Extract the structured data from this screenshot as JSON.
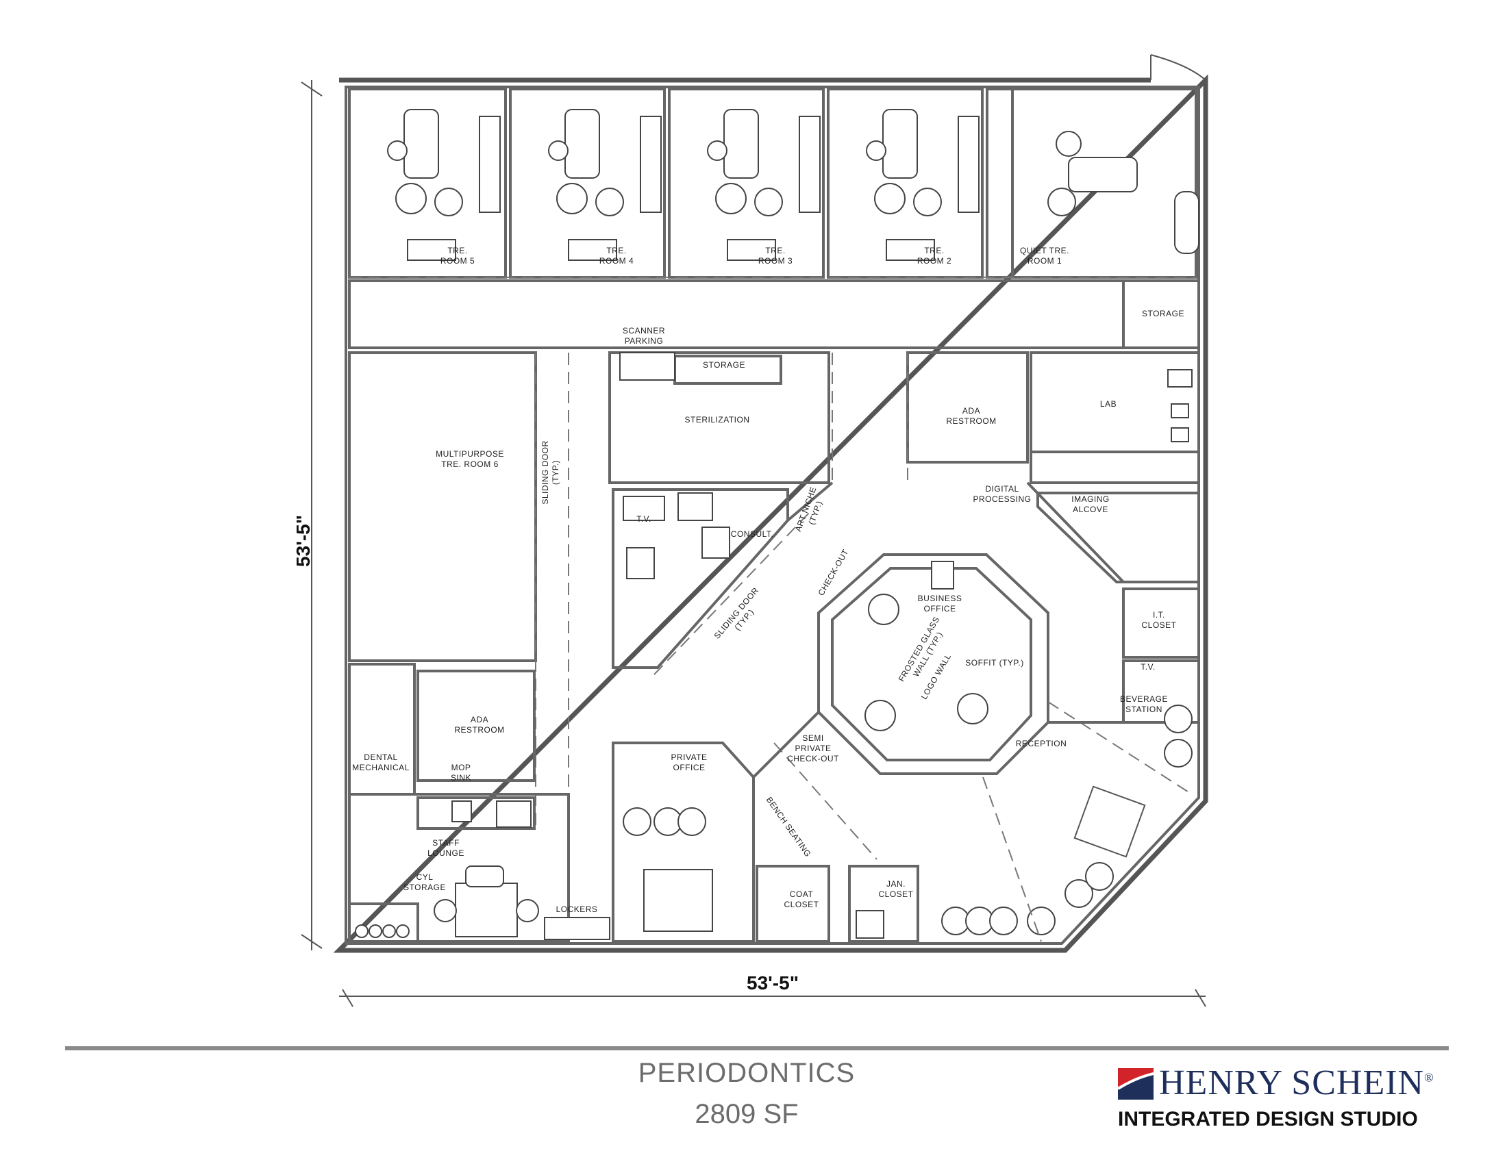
{
  "drawing": {
    "title": "PERIODONTICS",
    "area": "2809 SF",
    "dim_vertical": "53'-5\"",
    "dim_horizontal": "53'-5\""
  },
  "brand": {
    "name": "HENRY SCHEIN",
    "registered": "®",
    "studio": "INTEGRATED DESIGN STUDIO",
    "colors": {
      "red": "#d2232a",
      "navy": "#1f2f5c"
    }
  },
  "rooms": [
    {
      "id": "tre5",
      "lines": [
        "TRE.",
        "ROOM 5"
      ]
    },
    {
      "id": "tre4",
      "lines": [
        "TRE.",
        "ROOM 4"
      ]
    },
    {
      "id": "tre3",
      "lines": [
        "TRE.",
        "ROOM 3"
      ]
    },
    {
      "id": "tre2",
      "lines": [
        "TRE.",
        "ROOM 2"
      ]
    },
    {
      "id": "quiet",
      "lines": [
        "QUIET TRE.",
        "ROOM 1"
      ]
    },
    {
      "id": "storage-ne",
      "lines": [
        "STORAGE"
      ]
    },
    {
      "id": "scanner",
      "lines": [
        "SCANNER",
        "PARKING"
      ]
    },
    {
      "id": "storage-mid",
      "lines": [
        "STORAGE"
      ]
    },
    {
      "id": "sterilization",
      "lines": [
        "STERILIZATION"
      ]
    },
    {
      "id": "ada1",
      "lines": [
        "ADA",
        "RESTROOM"
      ]
    },
    {
      "id": "lab",
      "lines": [
        "LAB"
      ]
    },
    {
      "id": "multi",
      "lines": [
        "MULTIPURPOSE",
        "TRE. ROOM 6"
      ]
    },
    {
      "id": "sliding1",
      "lines": [
        "SLIDING DOOR",
        "(TYP.)"
      ]
    },
    {
      "id": "digital",
      "lines": [
        "DIGITAL",
        "PROCESSING"
      ]
    },
    {
      "id": "imaging",
      "lines": [
        "IMAGING",
        "ALCOVE"
      ]
    },
    {
      "id": "tv1",
      "lines": [
        "T.V."
      ]
    },
    {
      "id": "consult",
      "lines": [
        "CONSULT."
      ]
    },
    {
      "id": "artniche",
      "lines": [
        "ART NICHE",
        "(TYP.)"
      ]
    },
    {
      "id": "checkout",
      "lines": [
        "CHECK-OUT"
      ]
    },
    {
      "id": "business",
      "lines": [
        "BUSINESS",
        "OFFICE"
      ]
    },
    {
      "id": "itcloset",
      "lines": [
        "I.T.",
        "CLOSET"
      ]
    },
    {
      "id": "sliding2",
      "lines": [
        "SLIDING DOOR",
        "(TYP.)"
      ]
    },
    {
      "id": "frosted",
      "lines": [
        "FROSTED GLASS",
        "WALL (TYP.)"
      ]
    },
    {
      "id": "logowall",
      "lines": [
        "LOGO WALL"
      ]
    },
    {
      "id": "soffit",
      "lines": [
        "SOFFIT (TYP.)"
      ]
    },
    {
      "id": "tv2",
      "lines": [
        "T.V."
      ]
    },
    {
      "id": "beverage",
      "lines": [
        "BEVERAGE",
        "STATION"
      ]
    },
    {
      "id": "ada2",
      "lines": [
        "ADA",
        "RESTROOM"
      ]
    },
    {
      "id": "dental-mech",
      "lines": [
        "DENTAL",
        "MECHANICAL"
      ]
    },
    {
      "id": "mop",
      "lines": [
        "MOP",
        "SINK"
      ]
    },
    {
      "id": "semi",
      "lines": [
        "SEMI",
        "PRIVATE",
        "CHECK-OUT"
      ]
    },
    {
      "id": "reception",
      "lines": [
        "RECEPTION"
      ]
    },
    {
      "id": "private",
      "lines": [
        "PRIVATE",
        "OFFICE"
      ]
    },
    {
      "id": "bench",
      "lines": [
        "BENCH SEATING"
      ]
    },
    {
      "id": "staff",
      "lines": [
        "STAFF",
        "LOUNGE"
      ]
    },
    {
      "id": "cyl",
      "lines": [
        "CYL",
        "STORAGE"
      ]
    },
    {
      "id": "lockers",
      "lines": [
        "LOCKERS"
      ]
    },
    {
      "id": "coat",
      "lines": [
        "COAT",
        "CLOSET"
      ]
    },
    {
      "id": "jan",
      "lines": [
        "JAN.",
        "CLOSET"
      ]
    }
  ]
}
